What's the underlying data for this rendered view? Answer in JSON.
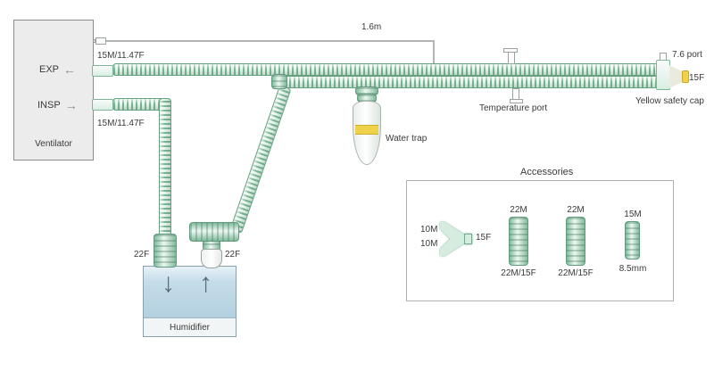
{
  "ventilator": {
    "name": "Ventilator",
    "exp": "EXP",
    "insp": "INSP",
    "exp_port_spec": "15M/11.47F",
    "insp_port_spec": "15M/11.47F"
  },
  "circuit": {
    "proximal_line_length": "1.6m",
    "water_trap": "Water trap",
    "temperature_port": "Temperature port",
    "top_port": "7.6 port",
    "patient_port": "15F",
    "safety_cap": "Yellow safety cap"
  },
  "humidifier": {
    "name": "Humidifier",
    "inlet_spec": "22F",
    "outlet_spec": "22F"
  },
  "accessories": {
    "title": "Accessories",
    "wye_top": "10M",
    "wye_bottom": "10M",
    "wye_out": "15F",
    "adapter1_top": "22M",
    "adapter1_bottom": "22M/15F",
    "adapter2_top": "22M",
    "adapter2_bottom": "22M/15F",
    "adapter3_top": "15M",
    "adapter3_bottom": "8.5mm"
  },
  "icons": {
    "exp_arrow": "←",
    "insp_arrow": "→",
    "down_arrow": "↓",
    "up_arrow": "↑"
  },
  "colors": {
    "tube_green": "#79b593",
    "tube_light": "#e7f5ec",
    "safety_yellow": "#f0d24a",
    "humidifier_blue": "#bcd6e4",
    "ventilator_gray": "#ececec"
  }
}
